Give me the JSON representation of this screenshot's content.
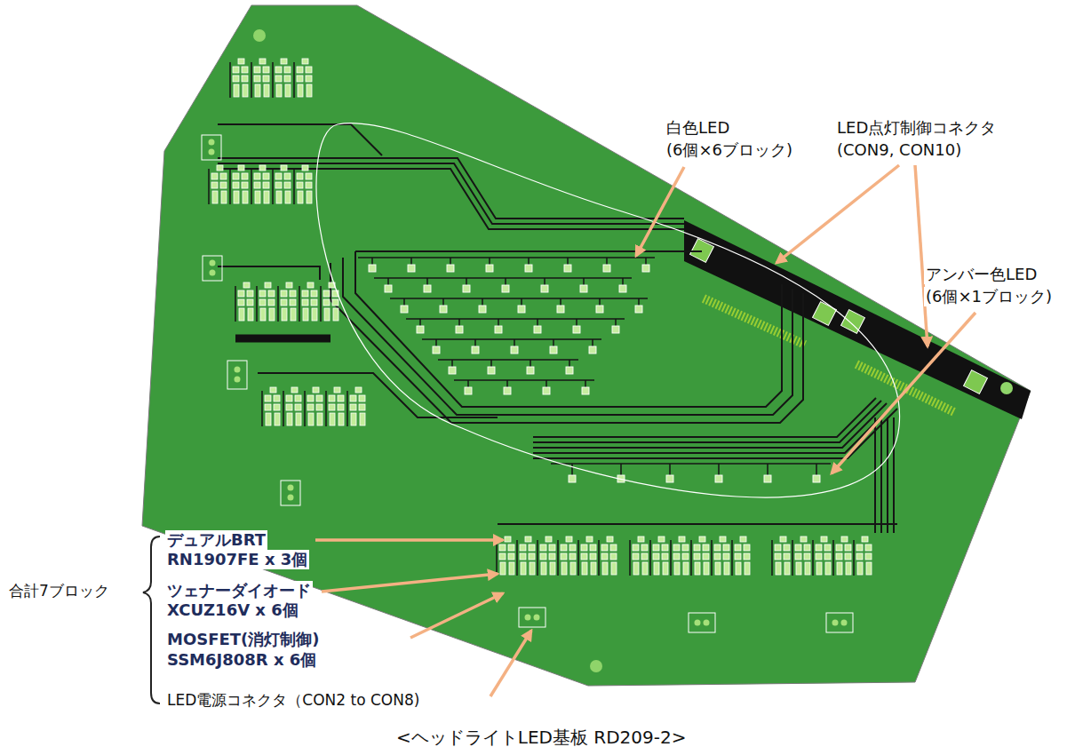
{
  "diagram": {
    "caption": "<ヘッドライトLED基板 RD209-2>",
    "labels": [
      "白色LED",
      "(6個×6ブロック)",
      "LED点灯制御コネクタ",
      "(CON9, CON10)",
      "アンバー色LED",
      "(6個×1ブロック)",
      "デュアルBRT",
      "RN1907FE x 3個",
      "ツェナーダイオード",
      "XCUZ16V x 6個",
      "MOSFET(消灯制御)",
      "SSM6J808R x 6個",
      "合計7ブロック",
      "LED電源コネクタ（CON2 to CON8)"
    ]
  }
}
